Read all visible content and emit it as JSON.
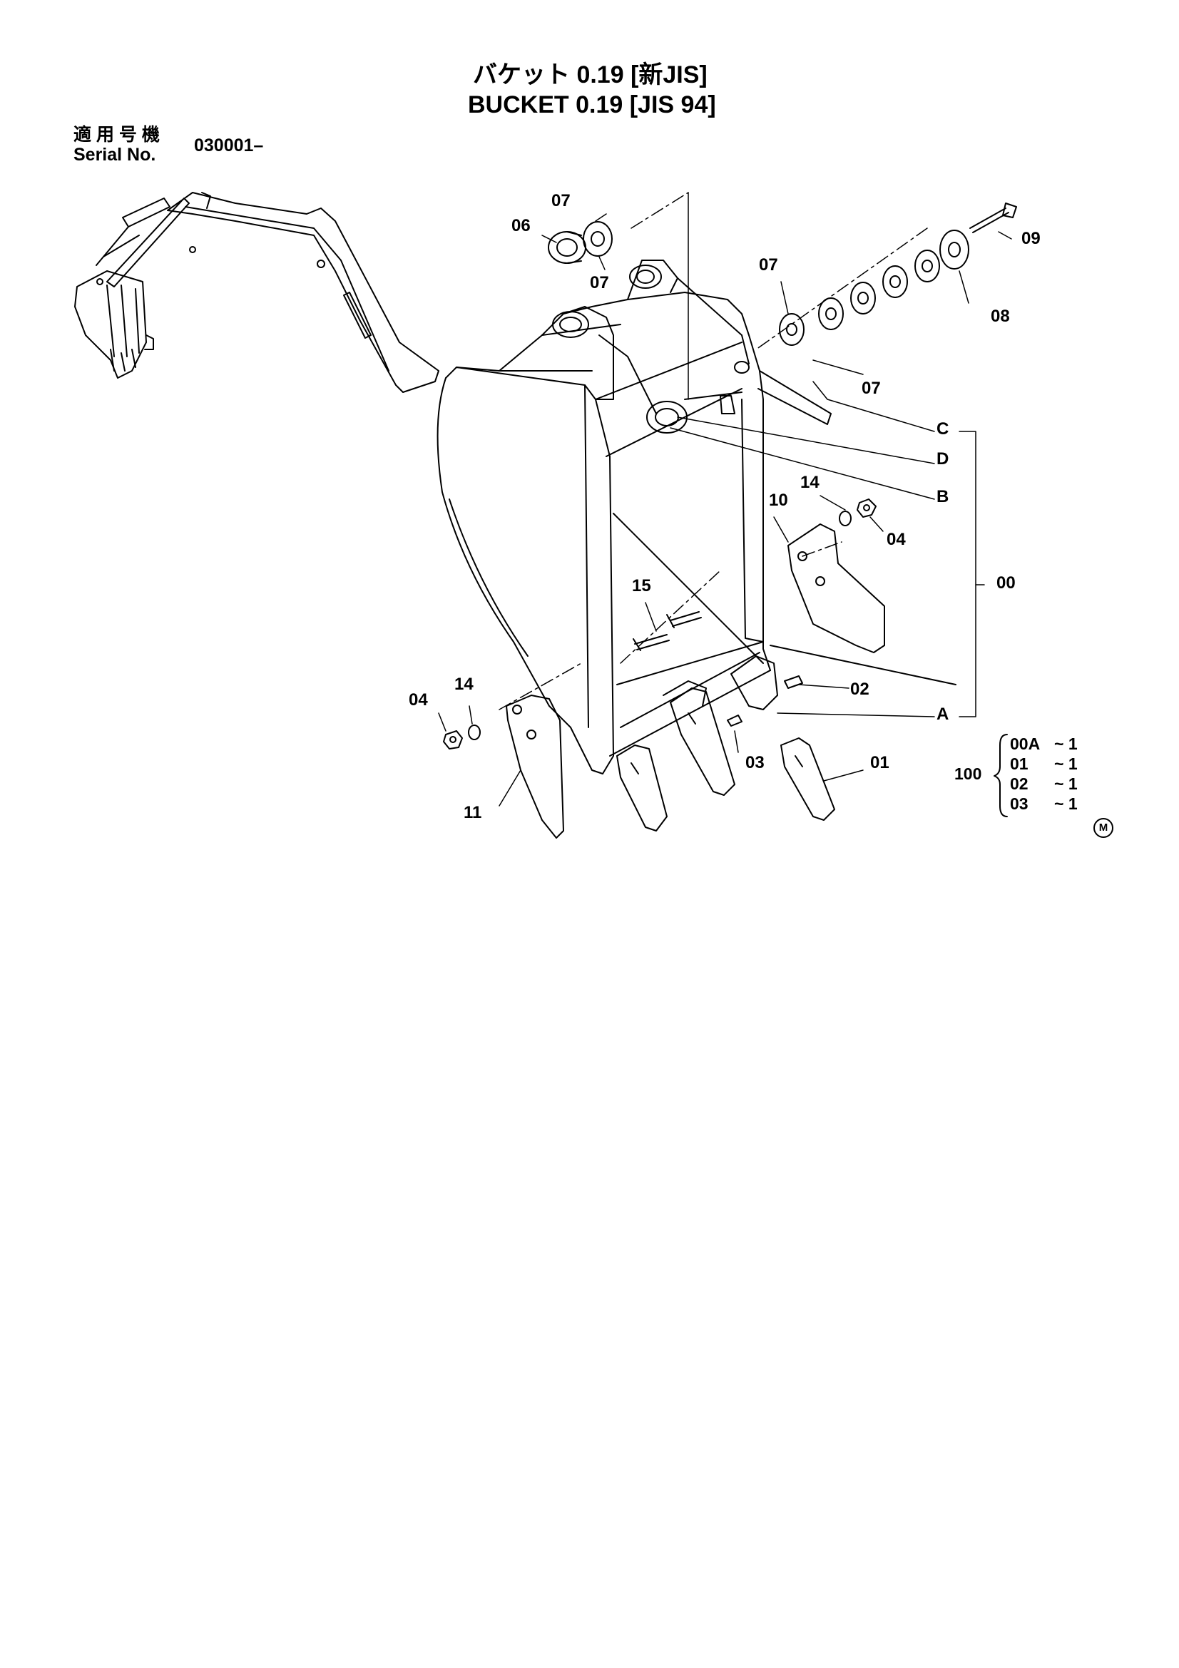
{
  "title": {
    "jp": "バケット 0.19 [新JIS]",
    "en": "BUCKET 0.19 [JIS 94]"
  },
  "serial": {
    "jp_label": "適 用 号 機",
    "en_label": "Serial No.",
    "value": "030001–"
  },
  "callouts": {
    "p06": "06",
    "p07a": "07",
    "p07b": "07",
    "p07c": "07",
    "p07d": "07",
    "p09": "09",
    "p08": "08",
    "C": "C",
    "D": "D",
    "B": "B",
    "p14a": "14",
    "p10": "10",
    "p04a": "04",
    "p00": "00",
    "p15": "15",
    "p02": "02",
    "A": "A",
    "p04b": "04",
    "p14b": "14",
    "p03": "03",
    "p01": "01",
    "p11": "11"
  },
  "kit": {
    "number": "100",
    "items": [
      {
        "part": "00A",
        "qty": "~ 1"
      },
      {
        "part": "01",
        "qty": "~ 1"
      },
      {
        "part": "02",
        "qty": "~ 1"
      },
      {
        "part": "03",
        "qty": "~ 1"
      }
    ]
  },
  "mark": "M"
}
